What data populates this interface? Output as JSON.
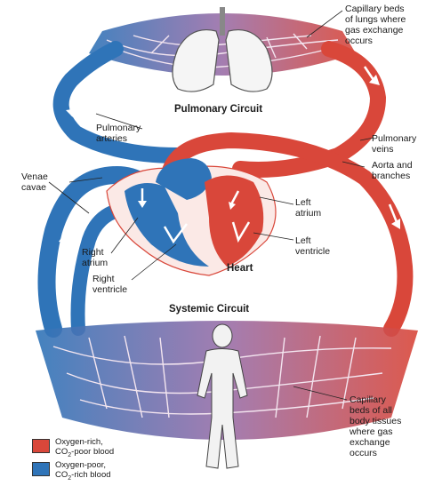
{
  "labels": {
    "capillary_lungs": "Capillary beds\nof lungs where\ngas exchange\noccurs",
    "pulmonary_circuit": "Pulmonary Circuit",
    "pulmonary_arteries": "Pulmonary\narteries",
    "pulmonary_veins": "Pulmonary\nveins",
    "aorta": "Aorta and\nbranches",
    "venae_cavae": "Venae\ncavae",
    "left_atrium": "Left\natrium",
    "left_ventricle": "Left\nventricle",
    "right_atrium": "Right\natrium",
    "right_ventricle": "Right\nventricle",
    "heart": "Heart",
    "systemic_circuit": "Systemic Circuit",
    "capillary_body": "Capillary\nbeds of all\nbody tissues\nwhere gas\nexchange\noccurs"
  },
  "legend": {
    "red": {
      "line1": "Oxygen-rich,",
      "line2_pre": "CO",
      "line2_sub": "2",
      "line2_post": "-poor blood",
      "color": "#d9473a"
    },
    "blue": {
      "line1": "Oxygen-poor,",
      "line2_pre": "CO",
      "line2_sub": "2",
      "line2_post": "-rich blood",
      "color": "#2f74b8"
    }
  },
  "colors": {
    "oxygen_rich": "#d9473a",
    "oxygen_poor": "#2f74b8",
    "capillary_mix": "#9a6fa8"
  }
}
